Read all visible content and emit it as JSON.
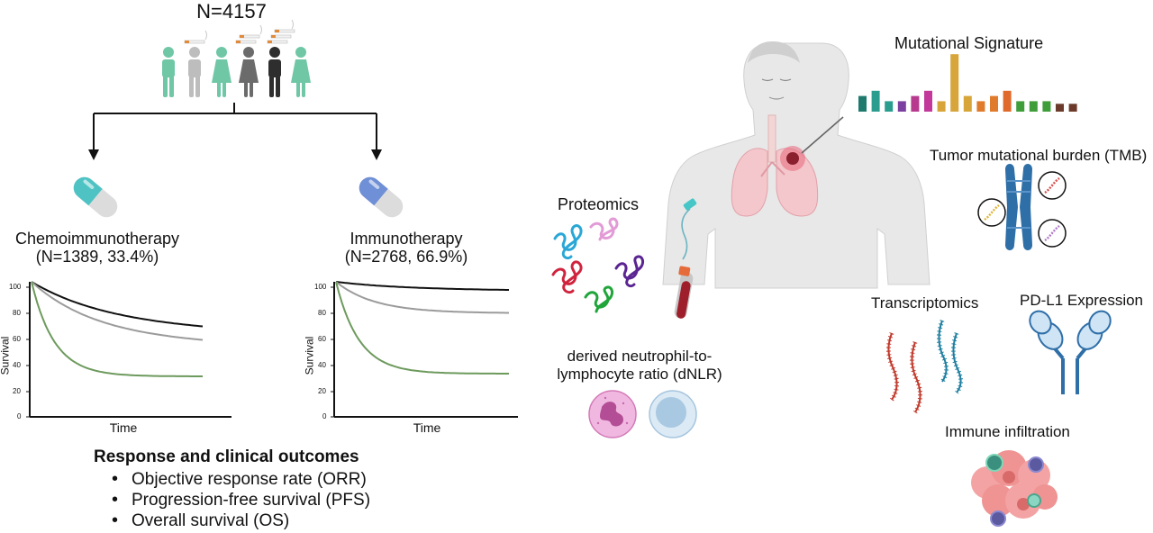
{
  "cohort": {
    "total": "N=4157"
  },
  "arms": [
    {
      "name": "Chemoimmunotherapy",
      "n": "(N=1389, 33.4%)",
      "pill_color": "#4fc3c4",
      "curves": [
        {
          "color": "#111111",
          "end": 67
        },
        {
          "color": "#9b9b9b",
          "end": 57
        },
        {
          "color": "#6d9a5d",
          "end": 30
        }
      ]
    },
    {
      "name": "Immunotherapy",
      "n": "(N=2768, 66.9%)",
      "pill_color": "#6f8fd6",
      "curves": [
        {
          "color": "#111111",
          "end": 94
        },
        {
          "color": "#9b9b9b",
          "end": 77
        },
        {
          "color": "#6d9a5d",
          "end": 32
        }
      ]
    }
  ],
  "km_axes": {
    "ylabel": "Survival",
    "xlabel": "Time",
    "yticks": [
      "100",
      "80",
      "60",
      "40",
      "20",
      "0"
    ]
  },
  "outcomes": {
    "title": "Response and clinical outcomes",
    "items": [
      "Objective response rate (ORR)",
      "Progression-free survival (PFS)",
      "Overall survival (OS)"
    ]
  },
  "biomarkers": {
    "proteomics": "Proteomics",
    "dnlr_line1": "derived neutrophil-to-",
    "dnlr_line2": "lymphocyte ratio (dNLR)",
    "mutational_signature": "Mutational Signature",
    "tmb": "Tumor mutational burden (TMB)",
    "transcriptomics": "Transcriptomics",
    "pdl1": "PD-L1 Expression",
    "immune": "Immune infiltration"
  },
  "mutational_signature_bars": [
    {
      "value": 3,
      "color": "#1f7a6e"
    },
    {
      "value": 4,
      "color": "#2a9d8f"
    },
    {
      "value": 2,
      "color": "#2a9d8f"
    },
    {
      "value": 2,
      "color": "#7b3fa0"
    },
    {
      "value": 3,
      "color": "#b83a8e"
    },
    {
      "value": 4,
      "color": "#c2389b"
    },
    {
      "value": 2,
      "color": "#d8a53a"
    },
    {
      "value": 11,
      "color": "#d8a53a"
    },
    {
      "value": 3,
      "color": "#d8a53a"
    },
    {
      "value": 2,
      "color": "#e07b2b"
    },
    {
      "value": 3,
      "color": "#e07b2b"
    },
    {
      "value": 4,
      "color": "#e06a2b"
    },
    {
      "value": 2,
      "color": "#3f9d3a"
    },
    {
      "value": 2,
      "color": "#3f9d3a"
    },
    {
      "value": 2,
      "color": "#3f9d3a"
    },
    {
      "value": 1.5,
      "color": "#6b3a2a"
    },
    {
      "value": 1.5,
      "color": "#6b3a2a"
    }
  ],
  "colors": {
    "teal_person": "#6fc7a6",
    "grey_person": "#bdbdbd",
    "dark_person": "#5e5e5e",
    "black_person": "#2e2e2e",
    "chromosome": "#2f6fa8",
    "pdl1": "#2f6fa8",
    "rna_red": "#c0392b",
    "rna_teal": "#1f7fa0"
  }
}
